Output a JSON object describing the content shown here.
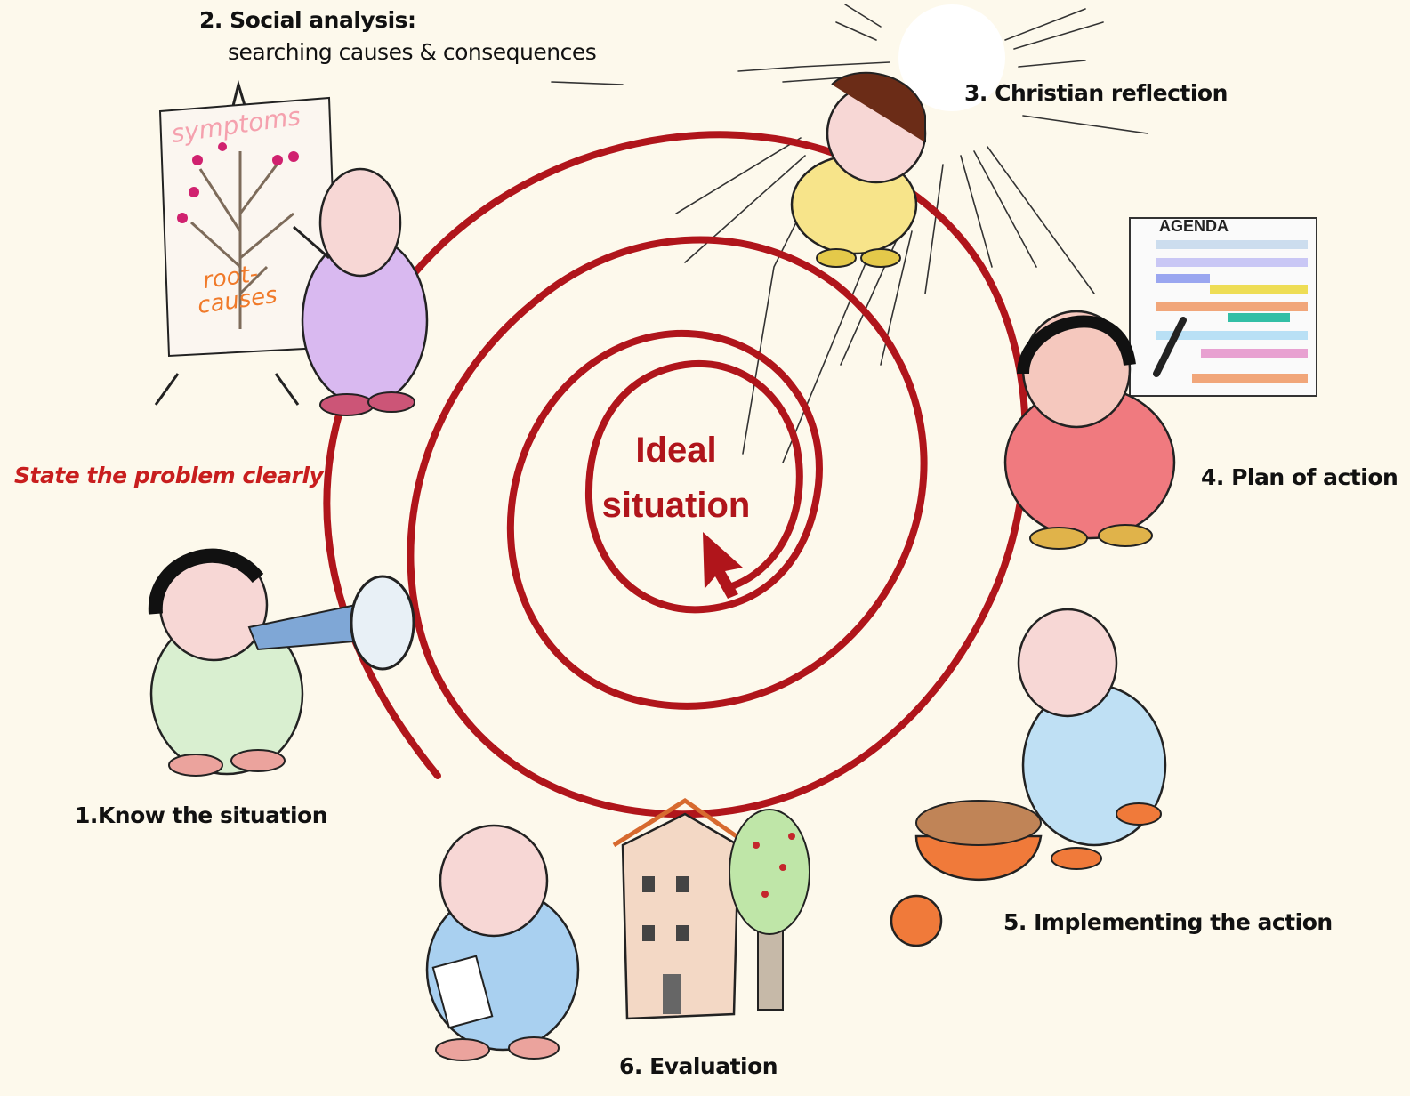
{
  "steps": {
    "step1": "1.Know the situation",
    "step2_title": "2. Social analysis:",
    "step2_sub": "searching causes & consequences",
    "step3": "3. Christian reflection",
    "step4": "4. Plan of action",
    "step5": "5. Implementing the action",
    "step6": "6. Evaluation"
  },
  "note": "State the problem clearly",
  "center": {
    "line1": "Ideal",
    "line2": "situation"
  },
  "illustrations": {
    "chart_symptoms": "symptoms",
    "chart_root": "root-",
    "chart_causes": "causes",
    "agenda_title": "AGENDA"
  },
  "colors": {
    "spiral": "#b0151b",
    "background": "#fdf9ec",
    "note": "#c81e1e"
  }
}
